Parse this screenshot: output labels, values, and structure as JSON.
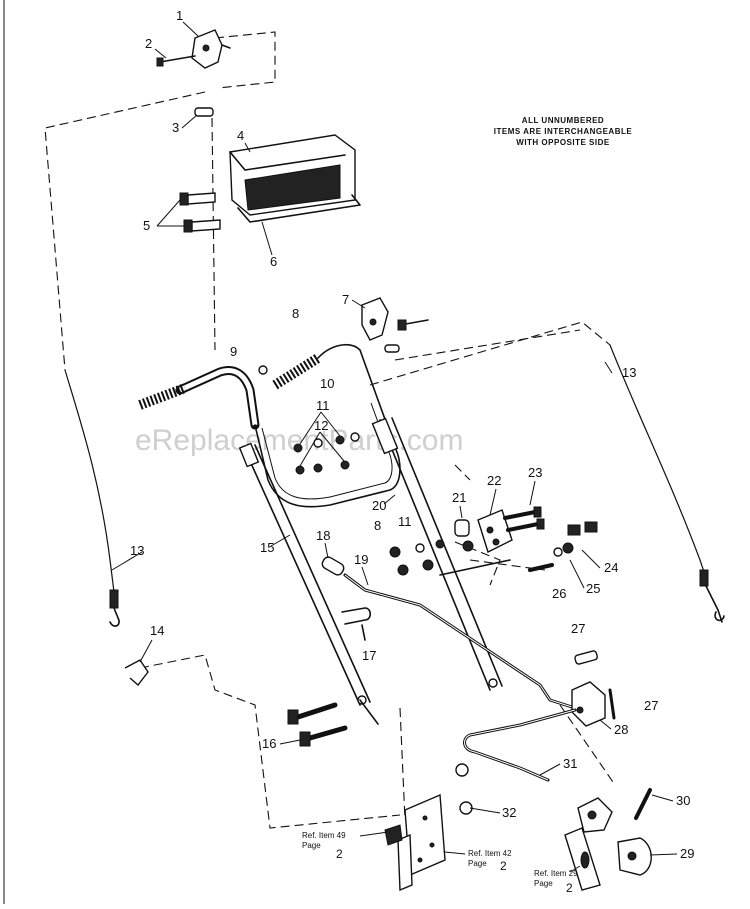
{
  "note": [
    "ALL UNNUMBERED",
    "ITEMS ARE INTERCHANGEABLE",
    "WITH OPPOSITE SIDE"
  ],
  "watermark": "eReplacementParts.com",
  "part_numbers": [
    "1",
    "2",
    "3",
    "4",
    "5",
    "6",
    "7",
    "8",
    "9",
    "10",
    "11",
    "12",
    "13",
    "13",
    "14",
    "15",
    "16",
    "17",
    "18",
    "19",
    "20",
    "21",
    "22",
    "23",
    "8",
    "11",
    "24",
    "25",
    "26",
    "27",
    "27",
    "28",
    "31",
    "30",
    "32",
    "29"
  ],
  "references": [
    {
      "label": "Ref. Item 49",
      "page_label": "Page",
      "page": "2"
    },
    {
      "label": "Ref. Item 42",
      "page_label": "Page",
      "page": "2"
    },
    {
      "label": "Ref. Item 29",
      "page_label": "Page",
      "page": "2"
    }
  ]
}
